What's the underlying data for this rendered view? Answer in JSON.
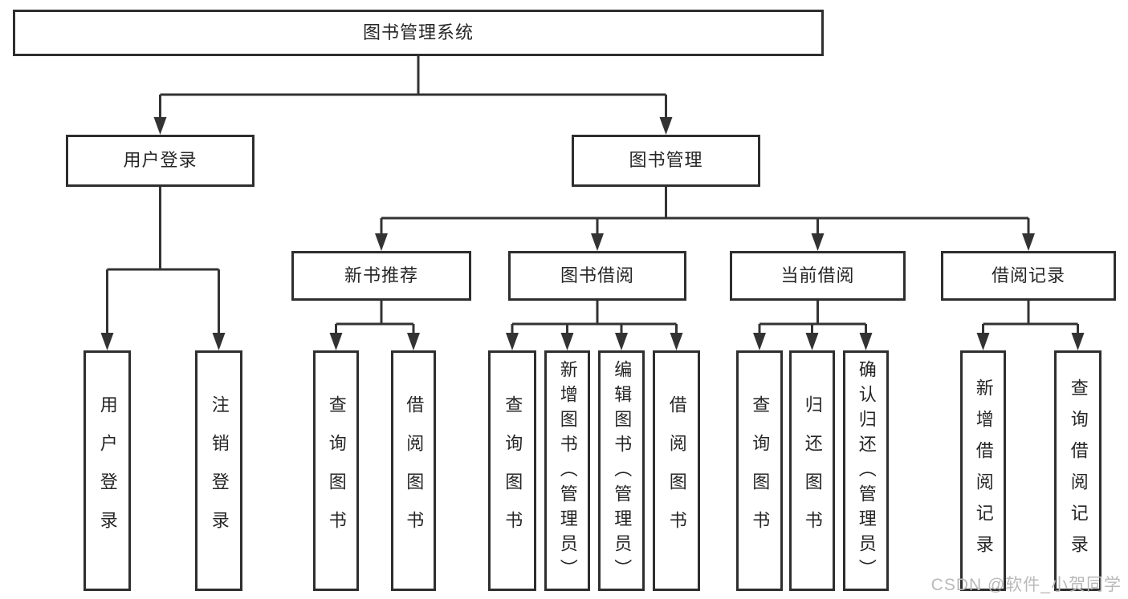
{
  "tree": {
    "label": "图书管理系统",
    "children": [
      {
        "label": "用户登录",
        "children": [
          {
            "label": "用户登录"
          },
          {
            "label": "注销登录"
          }
        ]
      },
      {
        "label": "图书管理",
        "children": [
          {
            "label": "新书推荐",
            "children": [
              {
                "label": "查询图书"
              },
              {
                "label": "借阅图书"
              }
            ]
          },
          {
            "label": "图书借阅",
            "children": [
              {
                "label": "查询图书"
              },
              {
                "label": "新增图书（管理员）"
              },
              {
                "label": "编辑图书（管理员）"
              },
              {
                "label": "借阅图书"
              }
            ]
          },
          {
            "label": "当前借阅",
            "children": [
              {
                "label": "查询图书"
              },
              {
                "label": "归还图书"
              },
              {
                "label": "确认归还（管理员）"
              }
            ]
          },
          {
            "label": "借阅记录",
            "children": [
              {
                "label": "新增借阅记录"
              },
              {
                "label": "查询借阅记录"
              }
            ]
          }
        ]
      }
    ]
  },
  "watermark": "CSDN @软件_小贺同学",
  "colors": {
    "line": "#333333",
    "box_border": "#2e2e2e",
    "text": "#262626",
    "watermark": "#b9b9b9",
    "background": "#ffffff"
  }
}
